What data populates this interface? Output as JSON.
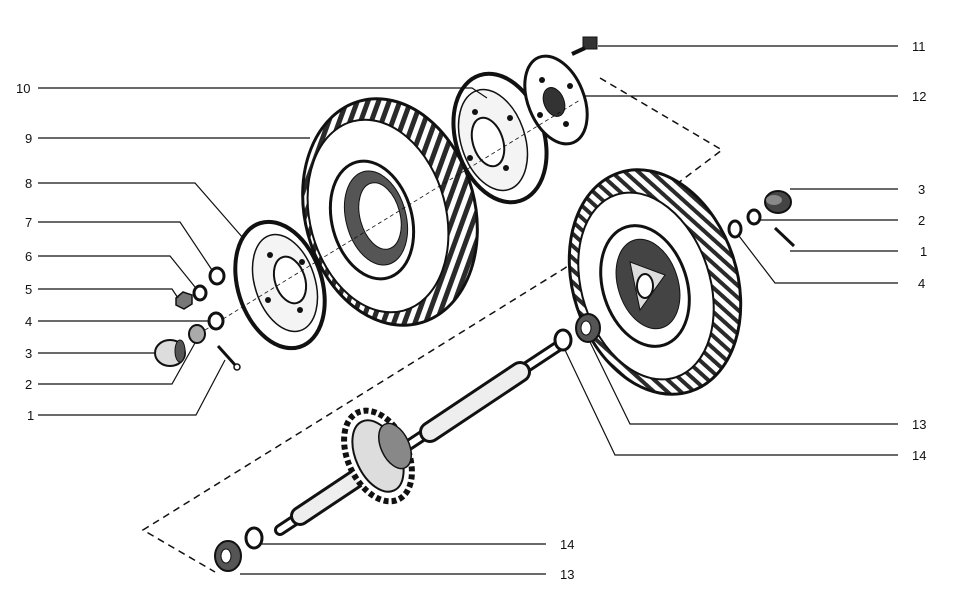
{
  "palette": {
    "ink": "#111111",
    "paper": "#ffffff",
    "tread": "#2a2a2a"
  },
  "callouts": {
    "left": {
      "l10": "10",
      "l9": "9",
      "l8": "8",
      "l7": "7",
      "l6": "6",
      "l5": "5",
      "l4": "4",
      "l3": "3",
      "l2": "2",
      "l1": "1"
    },
    "right": {
      "r11": "11",
      "r12": "12",
      "r3": "3",
      "r2": "2",
      "r1": "1",
      "r4": "4",
      "r13": "13",
      "r14": "14"
    },
    "bottom": {
      "b14": "14",
      "b13": "13"
    }
  }
}
